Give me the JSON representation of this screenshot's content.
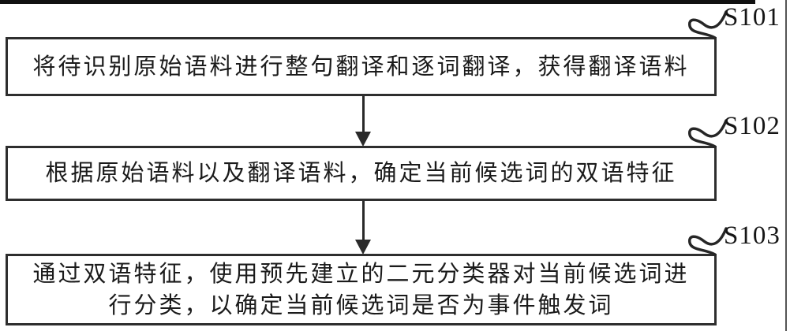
{
  "figure": {
    "type": "flowchart",
    "background": "#ffffff",
    "line_color": "#2a2a2a",
    "steps": [
      {
        "id": "S101",
        "lines": [
          "将待识别原始语料进行整句翻译和逐词翻译，获得翻译语料"
        ]
      },
      {
        "id": "S102",
        "lines": [
          "根据原始语料以及翻译语料，确定当前候选词的双语特征"
        ]
      },
      {
        "id": "S103",
        "lines": [
          "通过双语特征，使用预先建立的二元分类器对当前候选词进",
          "行分类，以确定当前候选词是否为事件触发词"
        ]
      }
    ]
  }
}
